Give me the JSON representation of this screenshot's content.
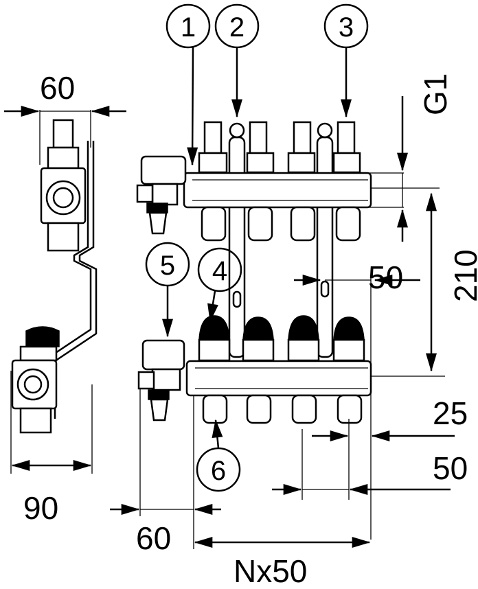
{
  "callouts": [
    "1",
    "2",
    "3",
    "4",
    "5",
    "6"
  ],
  "dimensions": {
    "side_width_top": "60",
    "side_width_bottom": "90",
    "thread": "G1",
    "rail_spacing": "210",
    "valve_offset": "50",
    "outlet_offset": "25",
    "outlet_pitch": "50",
    "inlet_offset": "60",
    "total_width": "Nx50"
  }
}
